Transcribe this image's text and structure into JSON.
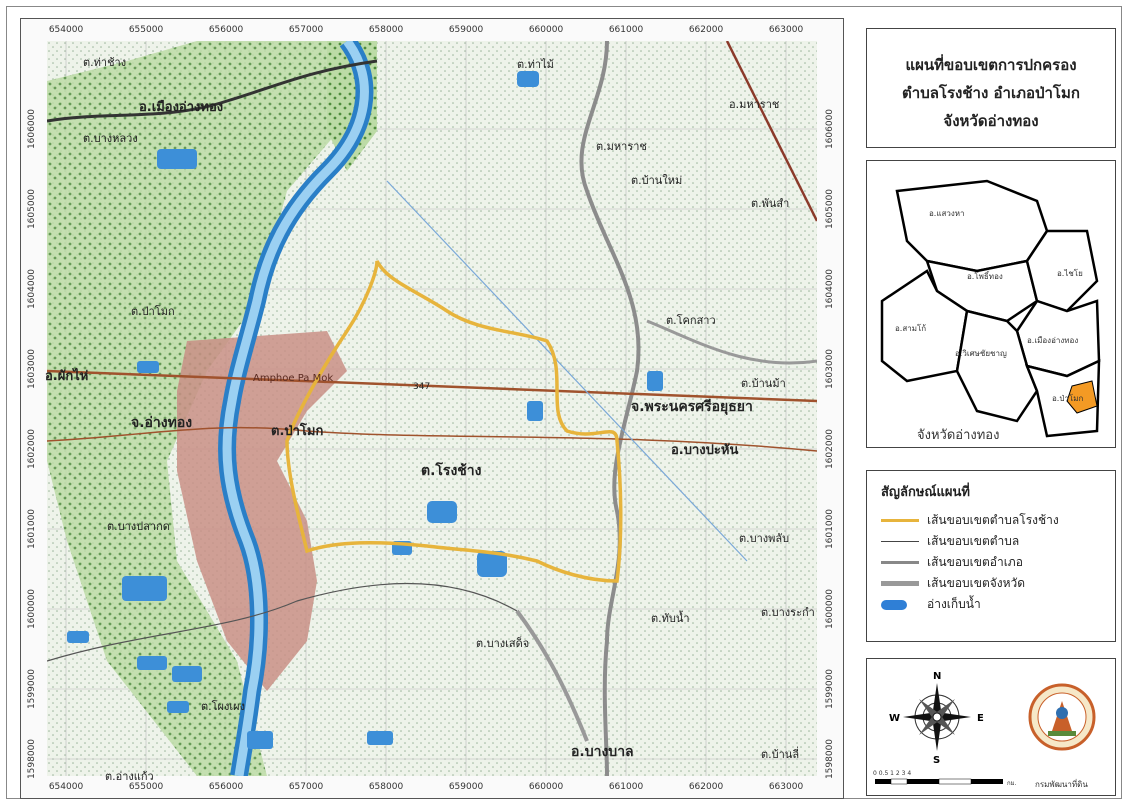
{
  "map": {
    "x_ticks": [
      "654000",
      "655000",
      "656000",
      "657000",
      "658000",
      "659000",
      "660000",
      "661000",
      "662000",
      "663000"
    ],
    "y_ticks": [
      "1606000",
      "1605000",
      "1604000",
      "1603000",
      "1602000",
      "1601000",
      "1600000",
      "1599000",
      "1598000"
    ],
    "places": {
      "mueang_ang_thong": "อ.เมืองอ่างทอง",
      "mahasarakham_north": "อ.มหาราช",
      "t_maharat": "ต.มหาราช",
      "pa_mok_sub": "ต.ป่าโมก",
      "pho_thong": "อ.ผักไห่",
      "ang_thong": "จ.อ่างทอง",
      "pa_mok": "ต.ป่าโมก",
      "rong_chang": "ต.โรงช้าง",
      "ayutthaya": "จ.พระนครศรีอยุธยา",
      "bang_pahan": "อ.บางปะหัน",
      "bang_ban": "อ.บางบาล",
      "t_top1": "ต.ท่าไม้",
      "t_bang_pahan2": "ต.บ้านใหม่",
      "t_phansa": "ต.พันสำ",
      "t_khan_ham": "ต.บ้านม้า",
      "t_bang_sai": "ต.บางพลับ",
      "t_thap_nam": "ต.ทับน้ำ",
      "t_bang_luang": "ต.บางเสด็จ",
      "t_bo_rae": "ต.โผงเผง",
      "t_ban_li": "ต.บางปลากด",
      "t_ban_ma": "ต.บ้านลี่",
      "t_wang": "ต.อ่างแก้ว",
      "t_noi": "ต.บางระกำ",
      "t_bang_nam": "ต.บางหลวง",
      "t_khoksao": "ต.โคกสาว",
      "t_sa_krachom": "ต.ท่าช้าง",
      "road_num": "347",
      "ang_thong_en": "Amphoe Pa Mok"
    }
  },
  "title": {
    "line1": "แผนที่ขอบเขตการปกครอง",
    "line2": "ตำบลโรงช้าง  อำเภอป่าโมก",
    "line3": "จังหวัดอ่างทอง"
  },
  "index_map": {
    "caption": "จังหวัดอ่างทอง",
    "districts": [
      "อ.แสวงหา",
      "อ.โพธิ์ทอง",
      "อ.ไชโย",
      "อ.สามโก้",
      "อ.เมืองอ่างทอง",
      "อ.วิเศษชัยชาญ",
      "อ.ป่าโมก"
    ]
  },
  "legend": {
    "title": "สัญลักษณ์แผนที่",
    "items": [
      {
        "label": "เส้นขอบเขตตำบลโรงช้าง",
        "color": "#e7b43c"
      },
      {
        "label": "เส้นขอบเขตตำบล",
        "color": "#444444"
      },
      {
        "label": "เส้นขอบเขตอำเภอ",
        "color": "#888888"
      },
      {
        "label": "เส้นขอบเขตจังหวัด",
        "color": "#999999"
      },
      {
        "label": "อ่างเก็บน้ำ",
        "color": "#2f7fd6"
      }
    ]
  },
  "footer": {
    "compass": {
      "n": "N",
      "s": "S",
      "e": "E",
      "w": "W"
    },
    "scale": "0  0.5  1      2      3      4",
    "scale_unit": "กม.",
    "agency": "กรมพัฒนาที่ดิน"
  },
  "colors": {
    "boundary": "#e7b43c",
    "water": "#3d8fd8",
    "urban": "#c98f86",
    "green": "#8fbf70"
  }
}
